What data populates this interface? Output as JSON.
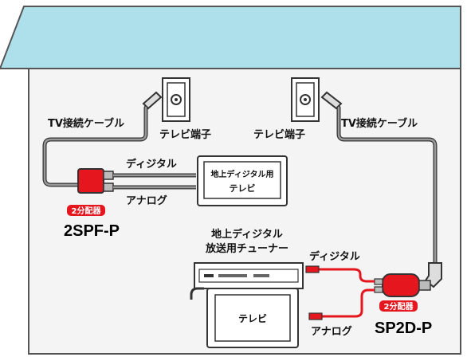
{
  "colors": {
    "roof": "#aee0ec",
    "wall": "#f4f4f4",
    "outline": "#555555",
    "cable_gray": "#8c8c8c",
    "splitter_red": "#e5161d",
    "badge_red": "#e5161d"
  },
  "left": {
    "outlet_label": "テレビ端子",
    "cable_label": "TV接続ケーブル",
    "digital_label": "ディジタル",
    "analog_label": "アナログ",
    "badge": "2分配器",
    "model": "2SPF-P",
    "tv_line1": "地上ディジタル用",
    "tv_line2": "テレビ"
  },
  "right": {
    "outlet_label": "テレビ端子",
    "cable_label": "TV接続ケーブル",
    "tuner_line1": "地上ディジタル",
    "tuner_line2": "放送用チューナー",
    "digital_label": "ディジタル",
    "analog_label": "アナログ",
    "badge": "2分配器",
    "model": "SP2D-P",
    "tv_label": "テレビ"
  }
}
